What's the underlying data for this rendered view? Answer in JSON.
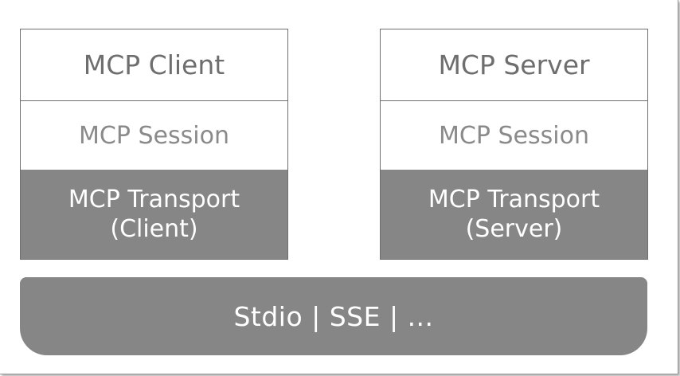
{
  "client": {
    "title": "MCP Client",
    "session": "MCP Session",
    "transport_line1": "MCP Transport",
    "transport_line2": "(Client)"
  },
  "server": {
    "title": "MCP Server",
    "session": "MCP Session",
    "transport_line1": "MCP Transport",
    "transport_line2": "(Server)"
  },
  "transport_base": {
    "label": "Stdio | SSE | ..."
  },
  "colors": {
    "dark_fill": "#868686",
    "border": "#6f6f6f",
    "text_dark": "#6e6e6e",
    "text_light": "#8a8a8a",
    "background": "#ffffff"
  }
}
